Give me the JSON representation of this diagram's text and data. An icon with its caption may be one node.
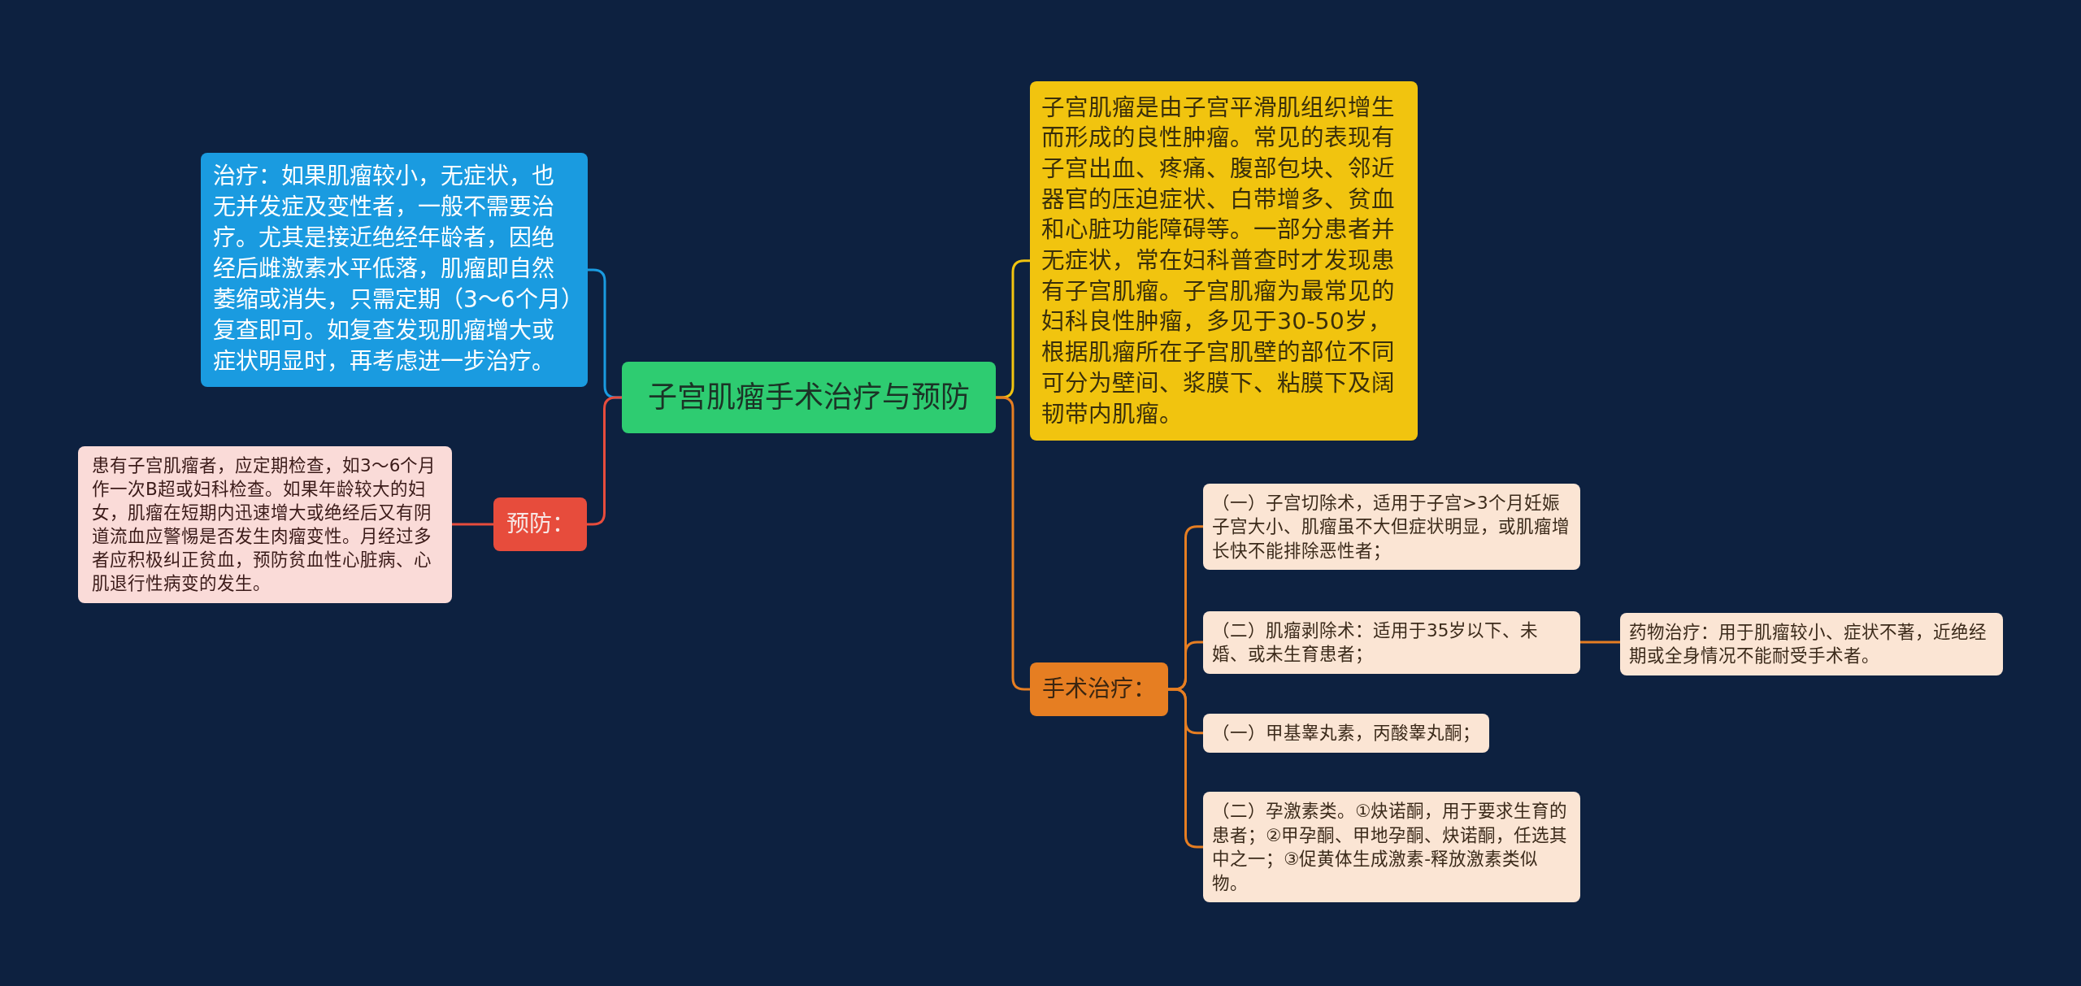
{
  "diagram": {
    "nodes": [
      {
        "text": [
          "子宫肌瘤手术治疗与预防"
        ]
      },
      {
        "text": [
          "治疗：如果肌瘤较小，无症状，也无并发症及变性者，一般不需要治疗。尤其是接近绝经年龄者，因绝经后雌激素水平低落，肌瘤即自然萎缩或消失，只需定期（3～6个月）复查即可。如复查发现肌瘤增大或症状明显时，再考虑进一步治疗。"
        ]
      },
      {
        "text": [
          "预防："
        ]
      },
      {
        "text": [
          "患有子宫肌瘤者，应定期检查，如3～6个月作一次B超或妇科检查。如果年龄较大的妇女，肌瘤在短期内迅速增大或绝经后又有阴道流血应警惕是否发生肉瘤变性。月经过多者应积极纠正贫血，预防贫血性心脏病、心肌退行性病变的发生。"
        ]
      },
      {
        "text": [
          "子宫肌瘤是由子宫平滑肌组织增生而形成的良性肿瘤。常见的表现有子宫出血、疼痛、腹部包块、邻近器官的压迫症状、白带增多、贫血和心脏功能障碍等。一部分患者并无症状，常在妇科普查时才发现患有子宫肌瘤。子宫肌瘤为最常见的妇科良性肿瘤，多见于30-50岁，根据肌瘤所在子宫肌壁的部位不同可分为壁间、浆膜下、粘膜下及阔韧带内肌瘤。"
        ]
      },
      {
        "text": [
          "手术治疗："
        ]
      },
      {
        "text": [
          "（一）子宫切除术，适用于子宫>3个月妊娠子宫大小、肌瘤虽不大但症状明显，或肌瘤增长快不能排除恶性者；"
        ]
      },
      {
        "text": [
          "（二）肌瘤剥除术：适用于35岁以下、未婚、或未生育患者；"
        ]
      },
      {
        "text": [
          "（一）甲基睾丸素，丙酸睾丸酮；"
        ]
      },
      {
        "text": [
          "（二）孕激素类。①炔诺酮，用于要求生育的患者；②甲孕酮、甲地孕酮、炔诺酮，任选其中之一；③促黄体生成激素-释放激素类似物。"
        ]
      },
      {
        "text": [
          "药物治疗：用于肌瘤较小、症状不著，近绝经期或全身情况不能耐受手术者。"
        ]
      }
    ],
    "edges": [
      {
        "from": 0,
        "to": 1,
        "arrow": "none",
        "color": "#1a9be0"
      },
      {
        "from": 0,
        "to": 2,
        "arrow": "none",
        "color": "#e74c3c"
      },
      {
        "from": 2,
        "to": 3,
        "arrow": "none",
        "color": "#e74c3c"
      },
      {
        "from": 0,
        "to": 4,
        "arrow": "none",
        "color": "#f1c40f"
      },
      {
        "from": 0,
        "to": 5,
        "arrow": "none"
      },
      {
        "from": 5,
        "to": 6,
        "arrow": "none"
      },
      {
        "from": 5,
        "to": 7,
        "arrow": "none"
      },
      {
        "from": 5,
        "to": 8,
        "arrow": "none"
      },
      {
        "from": 5,
        "to": 9,
        "arrow": "none"
      },
      {
        "from": 7,
        "to": 10,
        "arrow": "none"
      }
    ]
  }
}
